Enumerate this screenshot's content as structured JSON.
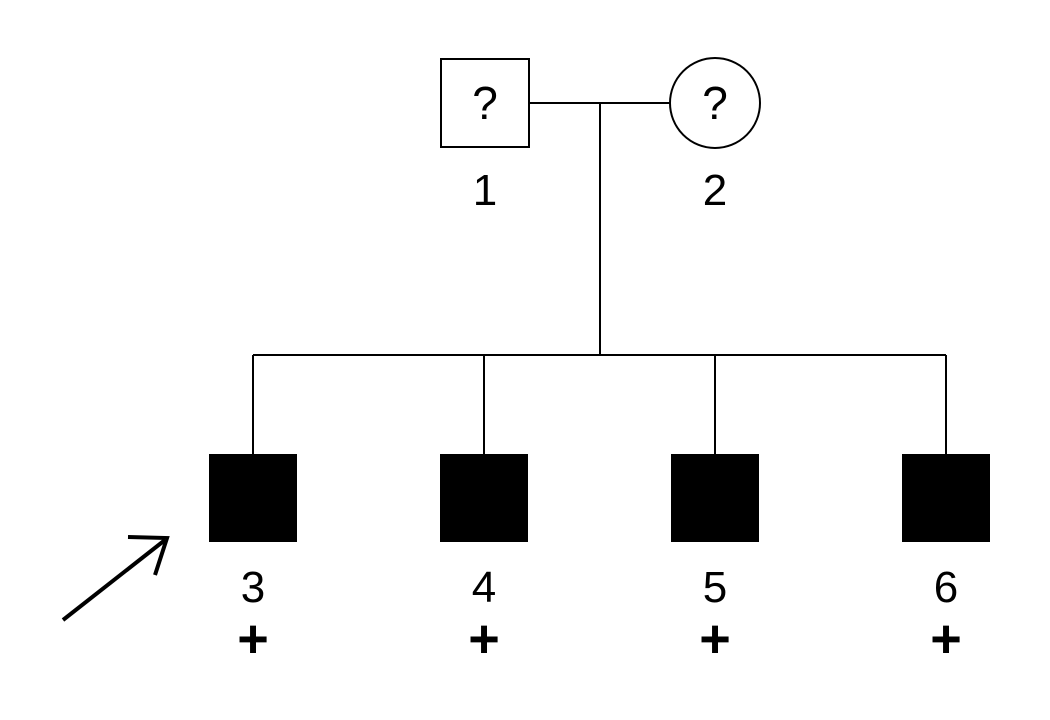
{
  "diagram": {
    "type": "pedigree-chart",
    "colors": {
      "line": "#000000",
      "affected_fill": "#000000",
      "unaffected_fill": "#ffffff",
      "background": "#ffffff"
    },
    "parents": [
      {
        "id": "1",
        "sex": "male",
        "shape": "square",
        "affected": "unknown",
        "glyph": "?",
        "label": "1"
      },
      {
        "id": "2",
        "sex": "female",
        "shape": "circle",
        "affected": "unknown",
        "glyph": "?",
        "label": "2"
      }
    ],
    "children": [
      {
        "id": "3",
        "sex": "male",
        "shape": "square",
        "affected": true,
        "label": "3",
        "marker": "+",
        "proband": true
      },
      {
        "id": "4",
        "sex": "male",
        "shape": "square",
        "affected": true,
        "label": "4",
        "marker": "+",
        "proband": false
      },
      {
        "id": "5",
        "sex": "male",
        "shape": "square",
        "affected": true,
        "label": "5",
        "marker": "+",
        "proband": false
      },
      {
        "id": "6",
        "sex": "male",
        "shape": "square",
        "affected": true,
        "label": "6",
        "marker": "+",
        "proband": false
      }
    ]
  }
}
